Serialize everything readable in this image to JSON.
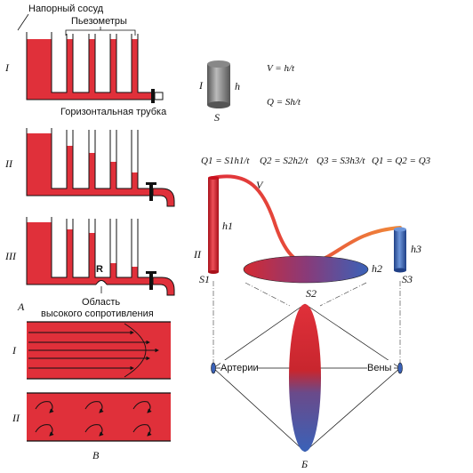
{
  "colors": {
    "red": "#e0303a",
    "dark_red": "#c8101e",
    "blue": "#3a62b8",
    "black": "#111111"
  },
  "panel_A": {
    "vessel_label": "Напорный сосуд",
    "piezometers_label": "Пьезометры",
    "tube_label": "Горизонтальная трубка",
    "row_I": "I",
    "row_II": "II",
    "row_III": "III",
    "resistance_marker": "R",
    "resistance_label_line1": "Область",
    "resistance_label_line2": "высокого сопротивления",
    "panel_letter": "А"
  },
  "cylinder": {
    "roman": "I",
    "height_symbol": "h",
    "base_symbol": "S",
    "formula_V": "V = h/t",
    "formula_Q": "Q = Sh/t"
  },
  "flow_formulas": {
    "q1": "Q1 = S1h1/t",
    "q2": "Q2 = S2h2/t",
    "q3": "Q3 = S3h3/t",
    "equality": "Q1 = Q2 = Q3"
  },
  "vessel_system": {
    "roman": "II",
    "velocity_symbol": "V",
    "h1": "h1",
    "h2": "h2",
    "h3": "h3",
    "s1": "S1",
    "s2": "S2",
    "s3": "S3"
  },
  "bottom_diagram": {
    "arteries": "Артерии",
    "veins": "Вены",
    "panel_letter": "Б"
  },
  "panel_B": {
    "row_I": "I",
    "row_II": "II",
    "panel_letter": "В"
  }
}
